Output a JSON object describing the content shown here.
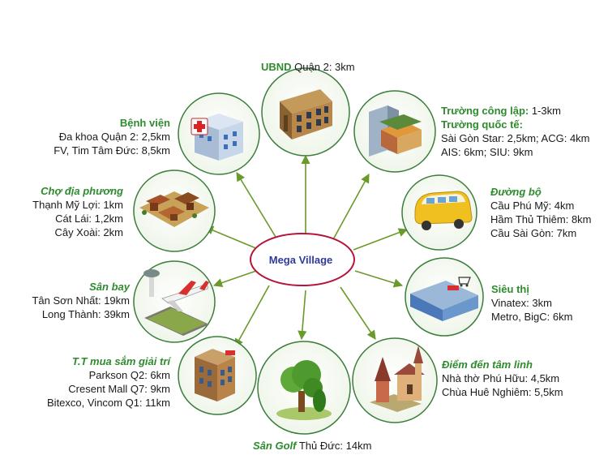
{
  "hub": {
    "label": "Mega Village"
  },
  "colors": {
    "hub_border": "#b3163a",
    "arrow": "#6a9a2a",
    "circle_border": "#3b7d3b",
    "heading": "#2e8b2e",
    "hub_text": "#2f3a9b"
  },
  "nodes": {
    "ubnd": {
      "title": "UBND",
      "text": " Quận 2: 3km",
      "icon": "building-icon"
    },
    "hospital": {
      "title": "Bệnh viện",
      "lines": [
        "Đa khoa Quận 2: 2,5km",
        "FV, Tim Tâm Đức: 8,5km"
      ],
      "icon": "hospital-icon"
    },
    "school": {
      "title1": "Trường công lập:",
      "text1": " 1-3km",
      "title2": "Trường quốc tế:",
      "lines": [
        "Sài Gòn Star: 2,5km; ACG: 4km",
        "AIS: 6km; SIU: 9km"
      ],
      "icon": "school-icon"
    },
    "market": {
      "title": "Chợ địa phương",
      "lines": [
        "Thạnh Mỹ Lợi: 1km",
        "Cát Lái: 1,2km",
        "Cây Xoài: 2km"
      ],
      "icon": "market-icon"
    },
    "road": {
      "title": "Đường bộ",
      "lines": [
        "Cầu Phú Mỹ: 4km",
        "Hầm Thủ Thiêm: 8km",
        "Cầu Sài Gòn: 7km"
      ],
      "icon": "bus-icon"
    },
    "airport": {
      "title": "Sân bay",
      "lines": [
        "Tân Sơn Nhất: 19km",
        "Long Thành: 39km"
      ],
      "icon": "airplane-icon"
    },
    "supermarket": {
      "title": "Siêu thị",
      "lines": [
        "Vinatex: 3km",
        "Metro, BigC: 6km"
      ],
      "icon": "supermarket-icon"
    },
    "mall": {
      "title": "T.T mua sắm giải trí",
      "lines": [
        "Parkson Q2: 6km",
        "Cresent Mall Q7: 9km",
        "Bitexco, Vincom Q1: 11km"
      ],
      "icon": "mall-icon"
    },
    "spiritual": {
      "title": "Điểm đến tâm linh",
      "lines": [
        "Nhà thờ Phú Hữu: 4,5km",
        "Chùa Huê Nghiêm: 5,5km"
      ],
      "icon": "church-pagoda-icon"
    },
    "golf": {
      "title": "Sân Golf",
      "text": " Thủ Đức: 14km",
      "icon": "tree-icon"
    }
  }
}
